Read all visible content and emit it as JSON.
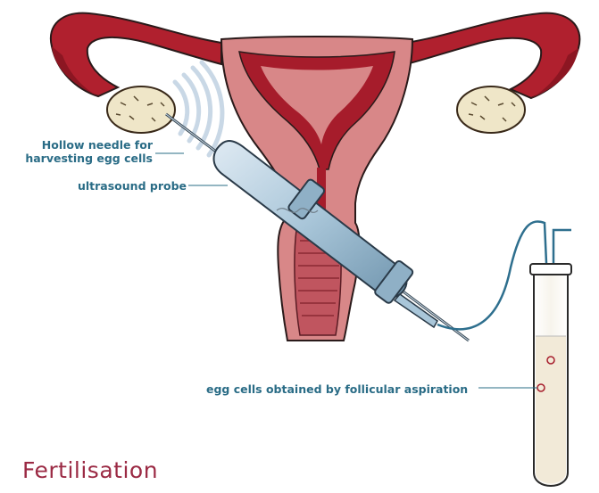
{
  "labels": {
    "needle_line1": "Hollow needle for",
    "needle_line2": "harvesting egg cells",
    "probe": "ultrasound probe",
    "eggs": "egg cells obtained by follicular aspiration"
  },
  "heading": "Fertilisation",
  "colors": {
    "label_text": "#2a6c86",
    "heading": "#9b2a44",
    "uterus_wall": "#d88788",
    "endometrium": "#a61c2b",
    "fallopian_tube": "#b0202e",
    "ovary": "#efe6c8",
    "probe": "#a9c6d9",
    "tube_fluid": "#f2ead8",
    "ultrasound_waves": "#c9d8e6"
  }
}
